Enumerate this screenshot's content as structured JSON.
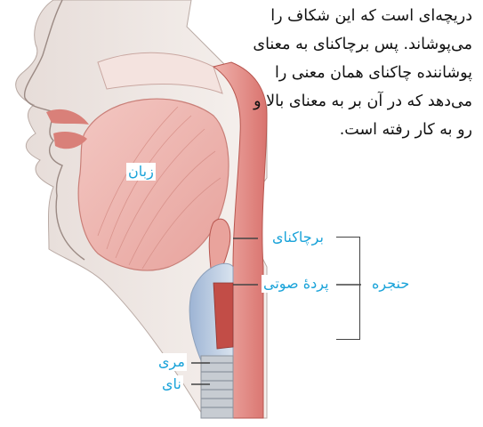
{
  "paragraph": {
    "lines": [
      "دریچه‌ای است که این شکاف را",
      "می‌پوشاند. پس برچاکنای به معنای",
      "پوشاننده چاکنای همان معنی را",
      "می‌دهد که در آن بر به معنای بالا و",
      "رو به کار رفته است."
    ]
  },
  "labels": {
    "tongue": "زبان",
    "epiglottis": "برچاکنای",
    "vocal_cords": "پردهٔ صوتی",
    "larynx": "حنجره",
    "esophagus": "مری",
    "trachea": "نای"
  },
  "colors": {
    "label_text": "#1aa3d9",
    "tissue": "#d9736e",
    "skin": "#f0e8e4",
    "cartilage": "#c7ccd2"
  }
}
